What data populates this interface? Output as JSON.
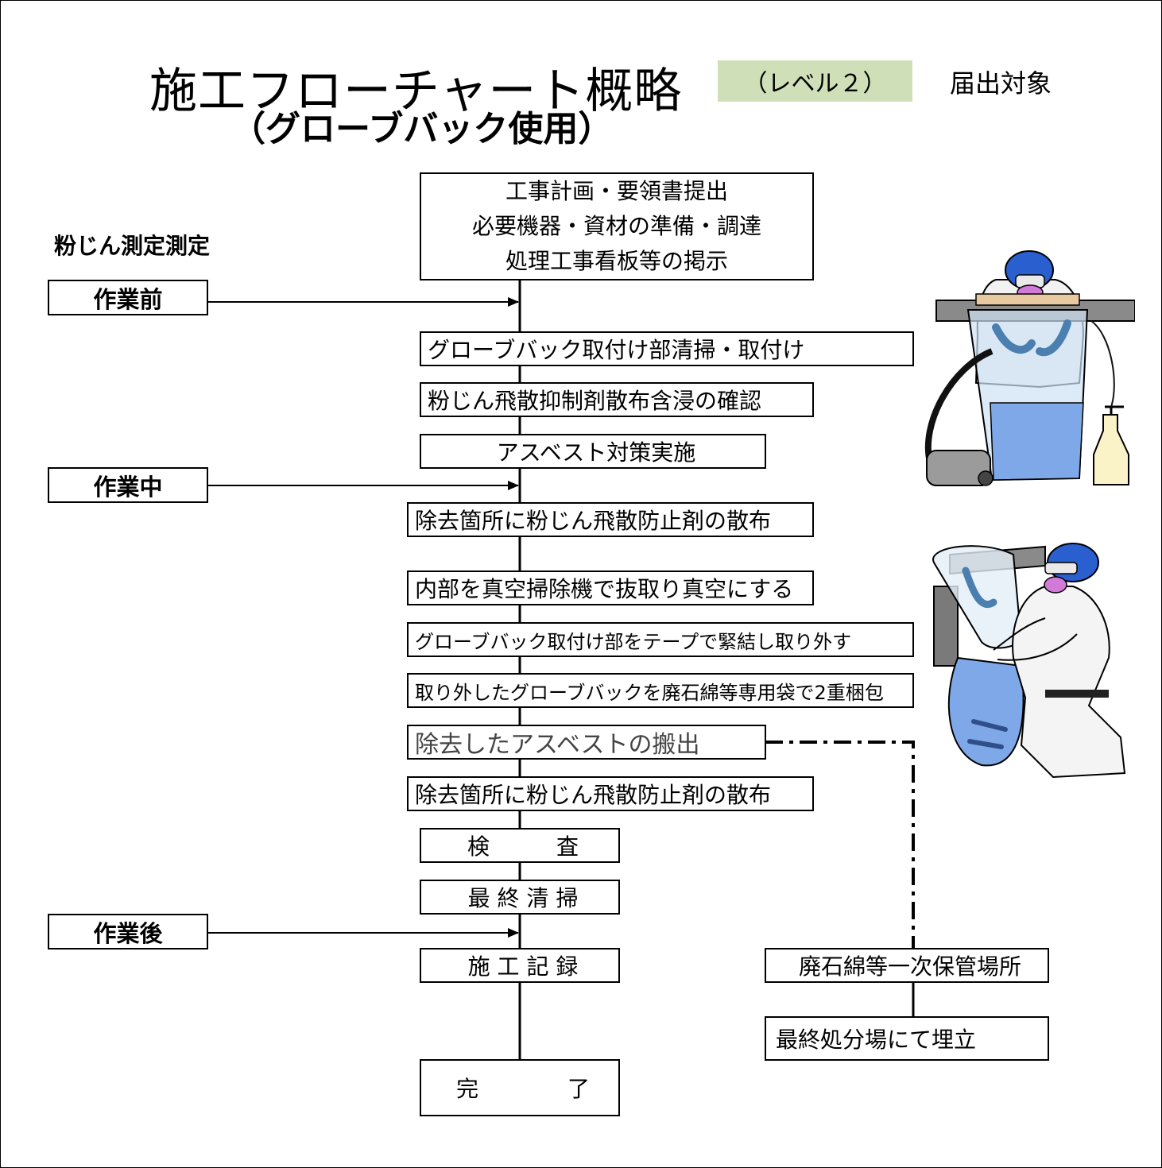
{
  "title": {
    "main": "施工フローチャート概略",
    "sub": "（グローブバック使用）",
    "level": "（レベル２）",
    "notification": "届出対象"
  },
  "measurement": {
    "heading": "粉じん測定測定",
    "phases": [
      "作業前",
      "作業中",
      "作業後"
    ]
  },
  "flow": {
    "first_box": [
      "工事計画・要領書提出",
      "必要機器・資材の準備・調達",
      "処理工事看板等の掲示"
    ],
    "steps": [
      "グローブバック取付け部清掃・取付け",
      "粉じん飛散抑制剤散布含浸の確認",
      "アスベスト対策実施",
      "除去箇所に粉じん飛散防止剤の散布",
      "内部を真空掃除機で抜取り真空にする",
      "グローブバック取付け部をテープで緊結し取り外す",
      "取り外したグローブバックを廃石綿等専用袋で2重梱包",
      "除去したアスベストの搬出",
      "除去箇所に粉じん飛散防止剤の散布"
    ],
    "inspection": "検　　　査",
    "final_cleaning": "最 終 清 掃",
    "record": "施 工 記 録",
    "complete": "完　　　　了"
  },
  "disposal": {
    "storage": "廃石綿等一次保管場所",
    "landfill": "最終処分場にて埋立"
  },
  "colors": {
    "level_badge": "#cfe0b8",
    "bag_blue": "#7fa8e8",
    "helmet_blue": "#2a5fd0",
    "respirator": "#d27ad8"
  }
}
